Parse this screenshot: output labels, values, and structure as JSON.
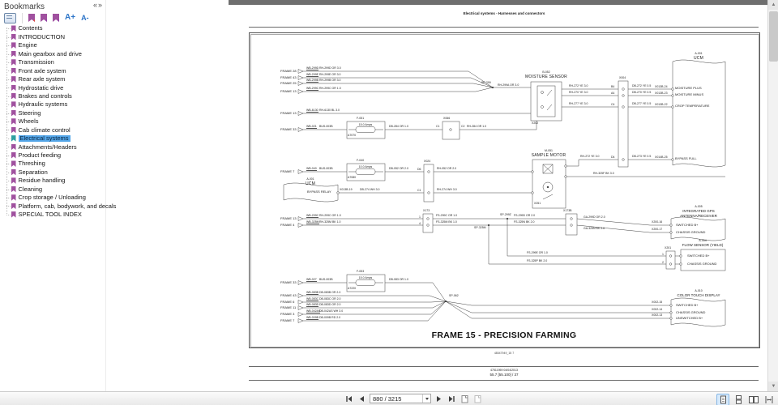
{
  "sidebar": {
    "title": "Bookmarks",
    "panel_arrows": "«»",
    "tools": {
      "font_increase": "A+",
      "font_decrease": "A-"
    },
    "selected_index": 13,
    "items": [
      "Contents",
      "INTRODUCTION",
      "Engine",
      "Main gearbox and drive",
      "Transmission",
      "Front axle system",
      "Rear axle system",
      "Hydrostatic drive",
      "Brakes and controls",
      "Hydraulic systems",
      "Steering",
      "Wheels",
      "Cab climate control",
      "Electrical systems",
      "Attachments/Headers",
      "Product feeding",
      "Threshing",
      "Separation",
      "Residue handling",
      "Cleaning",
      "Crop storage / Unloading",
      "Platform, cab, bodywork, and decals",
      "SPECIAL TOOL INDEX"
    ]
  },
  "viewer": {
    "page_header": "Electrical systems - Harnesses and connectors",
    "title": "FRAME 15 - PRECISION FARMING",
    "caption": "48047949_15 7",
    "footer_ref": "47511959 04/04/2013",
    "footer_page": "55.7 [55.100] / 37"
  },
  "toolbar": {
    "page_field": "880 / 3215"
  },
  "colors": {
    "selection_blue": "#54a6e8",
    "bookmark_purple": "#a0519f",
    "selected_bookmark_teal": "#2fa0a0",
    "accent_blue": "#2e75c8"
  },
  "diagram": {
    "rows_top": [
      {
        "frame": "FRAME 28",
        "harness": "WB-299D",
        "wire": "RH-299D OR 3.0"
      },
      {
        "frame": "FRAME 43",
        "harness": "WB-299E",
        "wire": "RH-299E OR 3.0"
      },
      {
        "frame": "FRAME 25",
        "harness": "WB-299B",
        "wire": "RH-299B OR 3.0"
      },
      {
        "frame": "FRAME 13",
        "harness": "WB-299C",
        "wire": "RH-299C OR 1.0"
      },
      {
        "frame": "FRAME 13",
        "harness": "WB-6130",
        "wire": "RH-6130 BL 3.0"
      },
      {
        "frame": "FRAME 33",
        "harness": "WB-021",
        "wire": "BUS-003B"
      }
    ],
    "sp299": "SP-299",
    "rh299a": "RH-299A OR 3.0",
    "fuses": {
      "f051": {
        "name": "F-051",
        "rating": "15.0 Amps",
        "code": "A7070"
      },
      "f040": {
        "name": "F-040",
        "rating": "10.0 Amps",
        "code": "A7080"
      },
      "f053": {
        "name": "F-053",
        "rating": "15.0 Amps",
        "code": "A7220"
      }
    },
    "db284": "DB-284 OR 1.0",
    "x066": "X066",
    "x066_pins": [
      "C1",
      "C2"
    ],
    "rh284": "RH-284 OR 1.0",
    "moisture": {
      "id": "B-052",
      "title": "MOISTURE SENSOR",
      "conn": "X202"
    },
    "x004": "X004",
    "sensor_rows": [
      {
        "rh": "RH-272 YE 3.0",
        "pin": "B4",
        "db": "DB-272 YE 0.5",
        "ucm_pin": "X013B-24",
        "ucm": "MOISTURE PLUS"
      },
      {
        "rh": "RH-270 YE 3.0",
        "pin": "A4",
        "db": "DB-270 YE 0.5",
        "ucm_pin": "X013B-23",
        "ucm": "MOISTURE MINUS"
      },
      {
        "rh": "RH-277 YE 3.0",
        "pin": "C4",
        "db": "DB-277 YE 0.5",
        "ucm_pin": "X013B-22",
        "ucm": "CROP TEMPERATURE"
      },
      {
        "rh": "RH-272 YE 3.0",
        "pin": "D4",
        "db": "DB-273 YE 0.5",
        "ucm_pin": "X014B-25",
        "ucm": "BYPASS FULL"
      }
    ],
    "ucm": {
      "id": "A-001",
      "title": "UCM"
    },
    "motor": {
      "id": "M-051",
      "title": "SAMPLE MOTOR",
      "conn": "X251",
      "rh_right": "RH-325F BK 3.0"
    },
    "row_f7": {
      "frame": "FRAME 7",
      "harness": "WB-040",
      "bus": "BUS-003B",
      "db": "DB-052 OR 2.0",
      "pin": "D6",
      "rh": "RH-052 OR 2.0"
    },
    "x024": "X024",
    "bypass": {
      "id": "A-001",
      "title": "UCM",
      "relay": "BYPASS RELAY",
      "pin": "X013B-19",
      "db": "DB-274 WH 3.0",
      "pin2": "C1",
      "rh": "RH-274 WH 3.0"
    },
    "gps_rows": [
      {
        "frame": "FRAME 13",
        "harness": "WB-299C",
        "wire": "RH-299C OR 1.0",
        "pin": "1",
        "fs": "FS-299C OR 1.0",
        "sp": "SP-299Z",
        "fs2": "FS-299D OR 2.0",
        "ga": "GA-299D OR 2.0",
        "gpin": "X200-16"
      },
      {
        "frame": "FRAME 4",
        "harness": "WB-325M",
        "wire": "RH-325M BK 1.0",
        "pin": "4",
        "fs": "FS-325M BK 1.0",
        "sp": "SP-325M",
        "fs2": "FS-325N BK 2.0",
        "ga": "GA-325N BK 2.0",
        "gpin": "X200-17"
      }
    ],
    "x173": "X173",
    "x173b": "X173B",
    "gps": {
      "id": "A-005",
      "title1": "INTEGRATED GPS",
      "title2": "ANTENNA/RECEIVER",
      "rows": [
        "SWITCHED B+",
        "CHASSIS GROUND"
      ]
    },
    "flow_wires": [
      "FS-299E OR 1.0",
      "FS-325P BK 2.0"
    ],
    "x201": "X201",
    "x201_pins": [
      "1",
      "2"
    ],
    "flow": {
      "id": "A-004",
      "title": "FLOW SENSOR (YIELD)",
      "rows": [
        "SWITCHED B+",
        "CHASSIS GROUND"
      ]
    },
    "rows_bottom": [
      {
        "frame": "FRAME 33",
        "harness": "WB-027",
        "wire": "BUS-003B"
      },
      {
        "frame": "FRAME 43",
        "harness": "WB-083B",
        "wire": "DB-083B OR 2.0"
      },
      {
        "frame": "FRAME 6",
        "harness": "WB-083C",
        "wire": "DB-083C OR 2.0"
      },
      {
        "frame": "FRAME 11",
        "harness": "WB-083D",
        "wire": "DB-083D OR 2.0"
      },
      {
        "frame": "FRAME 3",
        "harness": "WB-042AS",
        "wire": "DB-042AS WH 3.0"
      },
      {
        "frame": "FRAME 7",
        "harness": "WB-009B",
        "wire": "DB-009B RD 2.0"
      }
    ],
    "db083": "DB-083 OR 1.0",
    "sp062": "SP-062",
    "display": {
      "id": "A-010",
      "title": "COLOR TOUCH DISPLAY",
      "pins": [
        "X002-15",
        "X002-14",
        "X002-13"
      ],
      "rows": [
        "SWITCHED B+",
        "CHASSIS GROUND",
        "UNSWITCHED B+"
      ]
    }
  }
}
